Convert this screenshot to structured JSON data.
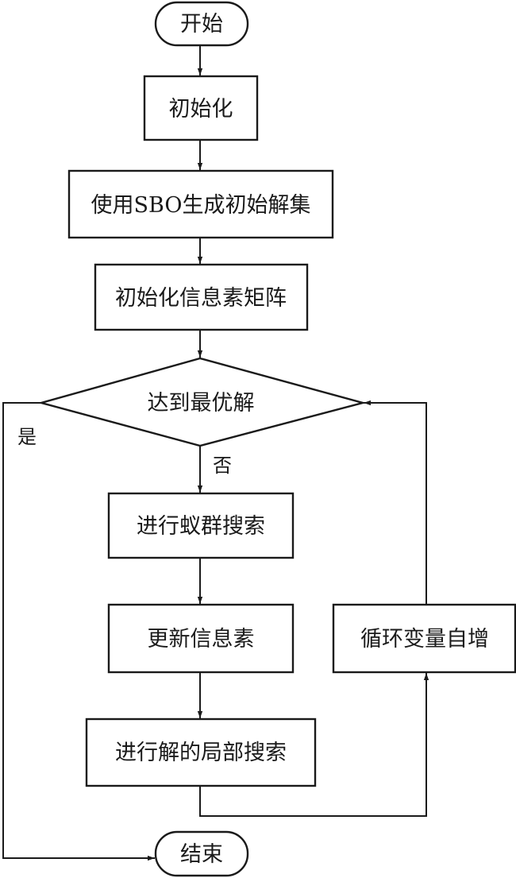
{
  "diagram": {
    "type": "flowchart",
    "nodes": {
      "start": {
        "label": "开始",
        "shape": "terminal"
      },
      "init": {
        "label": "初始化",
        "shape": "process"
      },
      "sbo": {
        "label": "使用SBO生成初始解集",
        "shape": "process"
      },
      "pheromone_init": {
        "label": "初始化信息素矩阵",
        "shape": "process"
      },
      "decision": {
        "label": "达到最优解",
        "shape": "decision"
      },
      "ant_search": {
        "label": "进行蚁群搜索",
        "shape": "process"
      },
      "pheromone_update": {
        "label": "更新信息素",
        "shape": "process"
      },
      "local_search": {
        "label": "进行解的局部搜索",
        "shape": "process"
      },
      "loop_increment": {
        "label": "循环变量自增",
        "shape": "process"
      },
      "end": {
        "label": "结束",
        "shape": "terminal"
      }
    },
    "edge_labels": {
      "yes": "是",
      "no": "否"
    },
    "edges": [
      {
        "from": "start",
        "to": "init"
      },
      {
        "from": "init",
        "to": "sbo"
      },
      {
        "from": "sbo",
        "to": "pheromone_init"
      },
      {
        "from": "pheromone_init",
        "to": "decision"
      },
      {
        "from": "decision",
        "to": "ant_search",
        "label": "否"
      },
      {
        "from": "ant_search",
        "to": "pheromone_update"
      },
      {
        "from": "pheromone_update",
        "to": "local_search"
      },
      {
        "from": "local_search",
        "to": "loop_increment"
      },
      {
        "from": "loop_increment",
        "to": "decision"
      },
      {
        "from": "decision",
        "to": "end",
        "label": "是"
      }
    ]
  }
}
